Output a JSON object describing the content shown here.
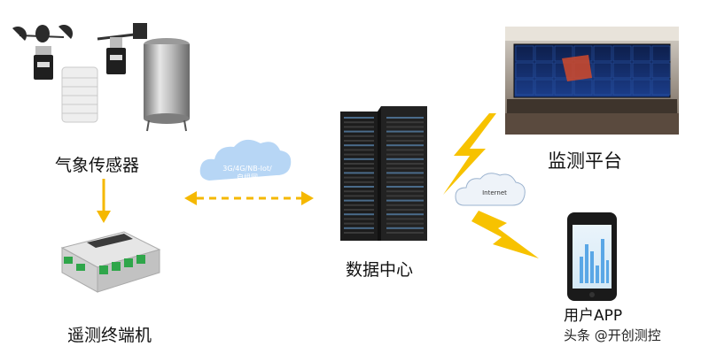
{
  "labels": {
    "sensors": "气象传感器",
    "terminal": "遥测终端机",
    "datacenter": "数据中心",
    "platform": "监测平台",
    "app": "用户APP"
  },
  "cloud_left": {
    "line1": "3G/4G/NB-Iot/",
    "line2": "自组网"
  },
  "cloud_right": {
    "text": "Internet"
  },
  "watermark": "头条 @开创测控",
  "colors": {
    "arrow": "#f5b800",
    "lightning": "#f7c200",
    "cloud": "#b7d6f5",
    "rack": "#1c1c1c",
    "screen": "#1a3a7a"
  }
}
